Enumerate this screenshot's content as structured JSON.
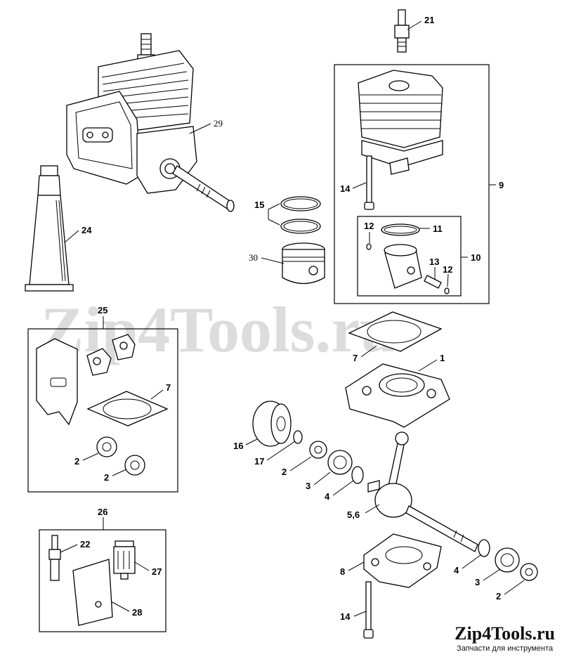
{
  "watermark": "Zip4Tools.ru",
  "brand": {
    "name": "Zip4Tools.ru",
    "tagline": "Запчасти для инструмента"
  },
  "callouts": {
    "c1": "1",
    "c2a": "2",
    "c2b": "2",
    "c2c": "2",
    "c2d": "2",
    "c3a": "3",
    "c3b": "3",
    "c4a": "4",
    "c4b": "4",
    "c56": "5,6",
    "c7a": "7",
    "c7b": "7",
    "c8": "8",
    "c9": "9",
    "c10": "10",
    "c11": "11",
    "c12a": "12",
    "c12b": "12",
    "c13": "13",
    "c14a": "14",
    "c14b": "14",
    "c15": "15",
    "c16": "16",
    "c17": "17",
    "c21": "21",
    "c22": "22",
    "c24": "24",
    "c25": "25",
    "c26": "26",
    "c27": "27",
    "c28": "28",
    "c29": "29",
    "c30": "30"
  }
}
